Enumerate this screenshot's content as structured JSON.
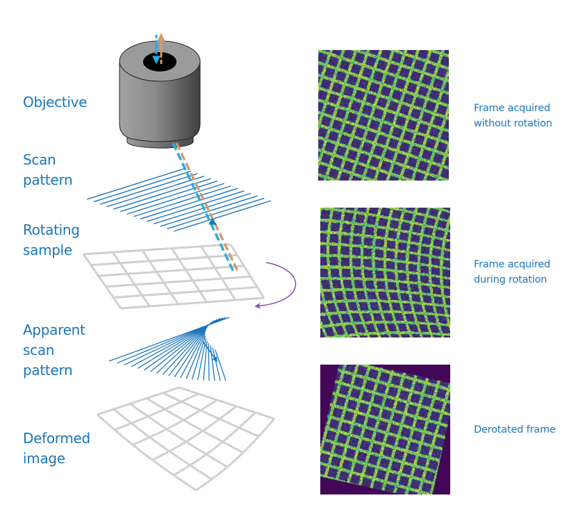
{
  "labels": {
    "objective": "Objective",
    "scan_pattern": "Scan\npattern",
    "rotating_sample": "Rotating\nsample",
    "apparent_scan_pattern": "Apparent\nscan\npattern",
    "deformed_image": "Deformed\nimage"
  },
  "frames": [
    {
      "caption": "Frame acquired\nwithout rotation",
      "kind": "without-rotation"
    },
    {
      "caption": "Frame acquired\nduring rotation",
      "kind": "during-rotation"
    },
    {
      "caption": "Derotated frame",
      "kind": "derotated"
    }
  ],
  "colors": {
    "label_text": "#1a75bb",
    "scan_line": "#1b75bc",
    "beam_excitation": "#29abe2",
    "beam_emission": "#d29b6c",
    "grid": "#d0d0d0",
    "rotation_arrow": "#8a4bab",
    "objective_body": "#8c8c8c",
    "objective_aperture": "#000000",
    "frame_background": "#3f1f63",
    "frame_signal": "#4fc48a"
  },
  "scan_pattern": {
    "line_count": 14
  },
  "sample_grid": {
    "columns": 5,
    "rows": 5
  },
  "apparent_pattern": {
    "line_count": 20
  },
  "rotation_direction": "clockwise"
}
